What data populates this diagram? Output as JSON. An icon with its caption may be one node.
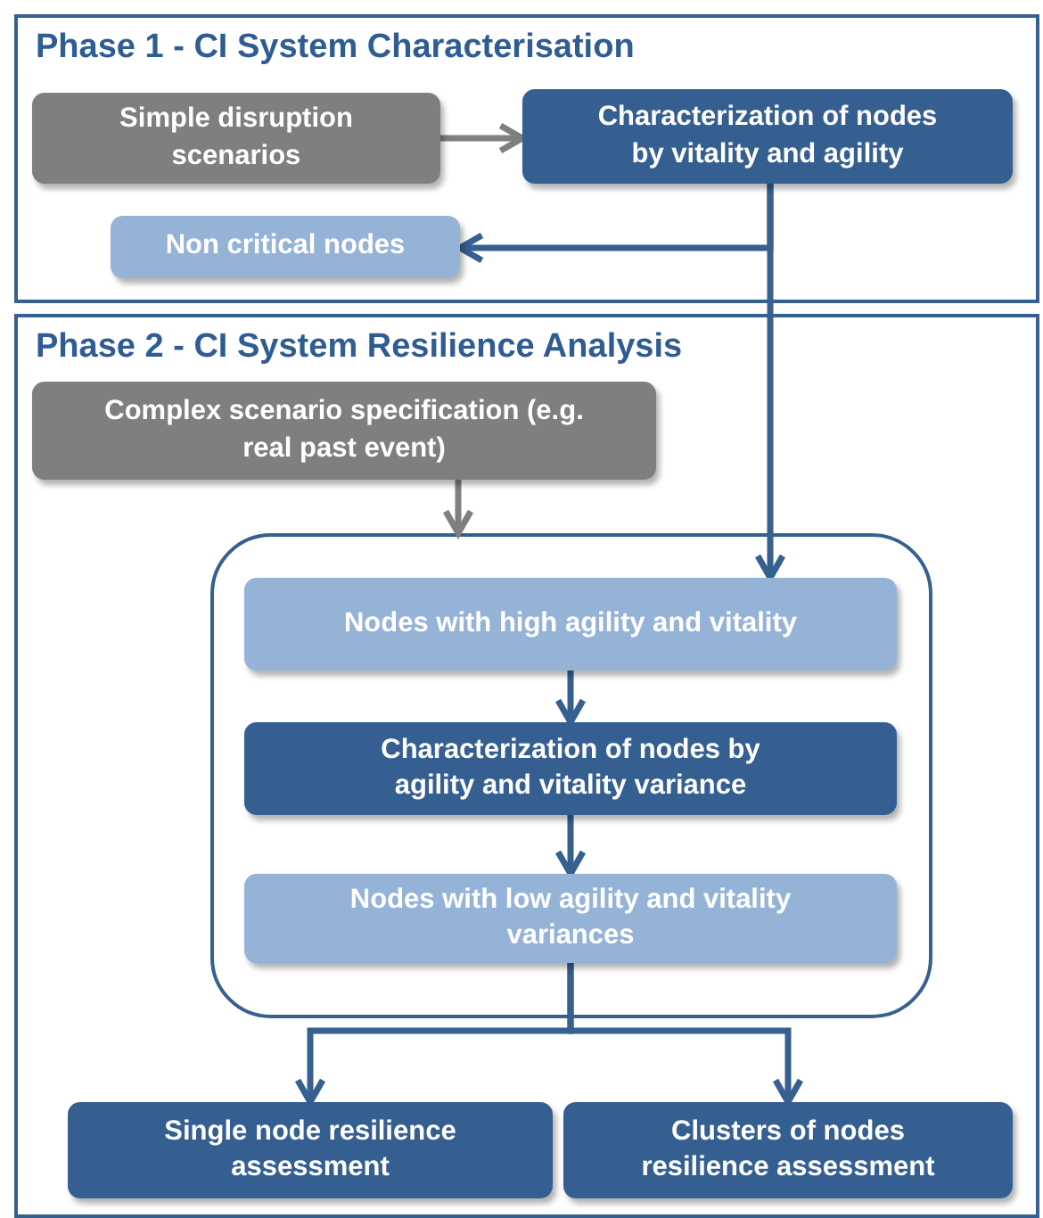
{
  "diagram": {
    "nodes": [
      {
        "text": [
          "Phase 1 - CI System Characterisation"
        ]
      },
      {
        "text": [
          "Simple disruption scenarios"
        ],
        "in": 0
      },
      {
        "text": [
          "Characterization of nodes by vitality and agility"
        ],
        "in": 0
      },
      {
        "text": [
          "Non critical nodes"
        ],
        "in": 0
      },
      {
        "text": [
          "Phase 2 - CI System Resilience Analysis"
        ]
      },
      {
        "text": [
          "Complex scenario specification (e.g. real past event)"
        ],
        "in": 4
      },
      {
        "text": [],
        "shape": "box",
        "in": 4
      },
      {
        "text": [
          "Nodes with high agility and vitality"
        ],
        "in": 6
      },
      {
        "text": [
          "Characterization of nodes by agility and vitality variance"
        ],
        "in": 6
      },
      {
        "text": [
          "Nodes with low agility and vitality variances"
        ],
        "in": 6
      },
      {
        "text": [
          "Single node resilience assessment"
        ],
        "in": 4
      },
      {
        "text": [
          "Clusters of nodes resilience assessment"
        ],
        "in": 4
      }
    ],
    "edges": [
      {
        "from": 1,
        "to": 2,
        "arrow": "to",
        "color": "#7f7f7f"
      },
      {
        "from": 2,
        "to": 3,
        "arrow": "to"
      },
      {
        "from": 2,
        "to": 7,
        "arrow": "to"
      },
      {
        "from": 5,
        "to": 6,
        "arrow": "to",
        "color": "#7f7f7f"
      },
      {
        "from": 7,
        "to": 8,
        "arrow": "to"
      },
      {
        "from": 8,
        "to": 9,
        "arrow": "to"
      },
      {
        "from": 9,
        "to": 10,
        "arrow": "to"
      },
      {
        "from": 9,
        "to": 11,
        "arrow": "to"
      }
    ]
  }
}
